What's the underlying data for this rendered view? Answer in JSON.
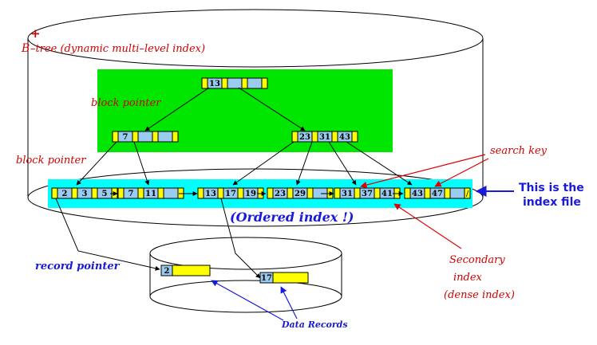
{
  "title": {
    "plus": "+",
    "letter": "B",
    "text": "–tree (dynamic multi–level index)"
  },
  "labels": {
    "block_pointer_top": "block pointer",
    "block_pointer_left": "block pointer",
    "search_key": "search key",
    "index_file_line1": "This is the",
    "index_file_line2": "index file",
    "ordered_index": "(Ordered index !)",
    "record_pointer": "record pointer",
    "secondary_line1": "Secondary",
    "secondary_line2": "index",
    "secondary_line3": "(dense index)",
    "data_records": "Data Records"
  },
  "tree": {
    "root_keys": [
      "13"
    ],
    "internal_left_keys": [
      "7"
    ],
    "internal_right_keys": [
      "23",
      "31",
      "43"
    ],
    "leaves": [
      [
        "2",
        "3",
        "5"
      ],
      [
        "7",
        "11"
      ],
      [
        "13",
        "17",
        "19"
      ],
      [
        "23",
        "29"
      ],
      [
        "31",
        "37",
        "41"
      ],
      [
        "43",
        "47"
      ]
    ],
    "leaf_end_marker": "/"
  },
  "records": {
    "record_a_key": "2",
    "record_b_key": "17"
  },
  "colors": {
    "green_region": "#00e600",
    "cyan_band": "#00ffff",
    "pointer_yellow": "#ffff00",
    "key_blue": "#99ccee",
    "label_red": "#d10000",
    "label_blue": "#1a1ad9"
  }
}
